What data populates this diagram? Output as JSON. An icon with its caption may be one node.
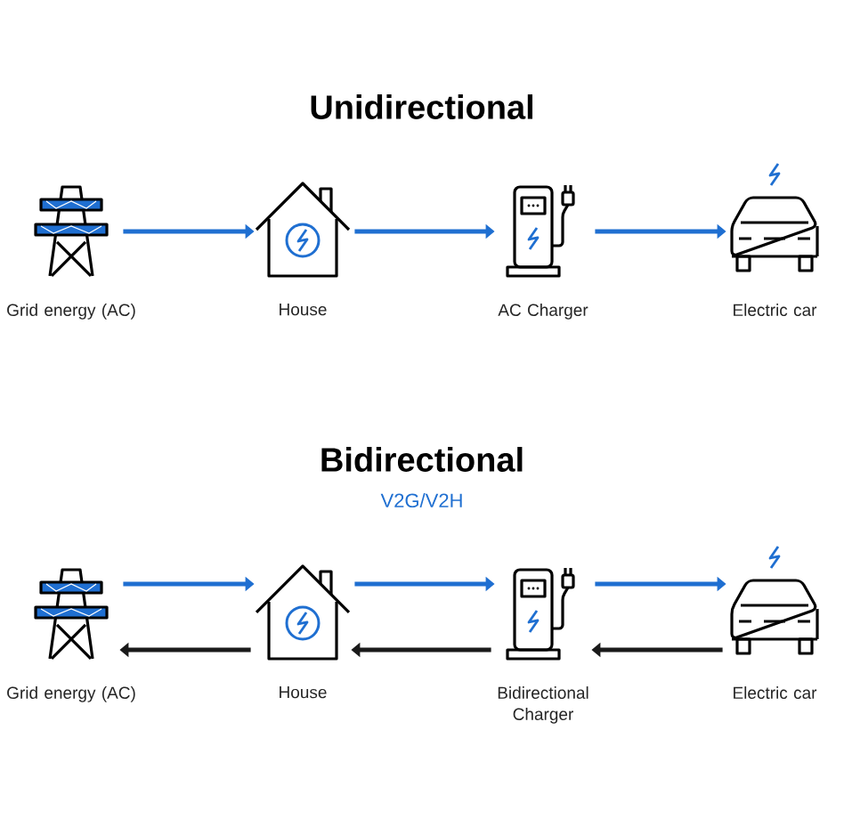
{
  "diagram": {
    "nodes": [
      {
        "text": [
          "Grid energy (AC)"
        ]
      },
      {
        "text": [
          "House"
        ]
      },
      {
        "text": [
          "AC Charger"
        ]
      },
      {
        "text": [
          "Electric car"
        ]
      },
      {
        "text": [
          "Grid energy (AC)"
        ]
      },
      {
        "text": [
          "House"
        ]
      },
      {
        "text": [
          "Bidirectional Charger"
        ]
      },
      {
        "text": [
          "Electric car"
        ]
      }
    ],
    "edges": [
      {
        "from": 0,
        "to": 1,
        "arrow": "to"
      },
      {
        "from": 1,
        "to": 2,
        "arrow": "to"
      },
      {
        "from": 2,
        "to": 3,
        "arrow": "to"
      },
      {
        "from": 4,
        "to": 5,
        "arrow": "to"
      },
      {
        "from": 5,
        "to": 4,
        "arrow": "to",
        "color": "#1a1a1a"
      },
      {
        "from": 5,
        "to": 6,
        "arrow": "to"
      },
      {
        "from": 6,
        "to": 5,
        "arrow": "to",
        "color": "#1a1a1a"
      },
      {
        "from": 6,
        "to": 7,
        "arrow": "to"
      },
      {
        "from": 7,
        "to": 6,
        "arrow": "to",
        "color": "#1a1a1a"
      }
    ],
    "labels": [
      "Unidirectional",
      "Bidirectional",
      "V2G/V2H"
    ]
  }
}
